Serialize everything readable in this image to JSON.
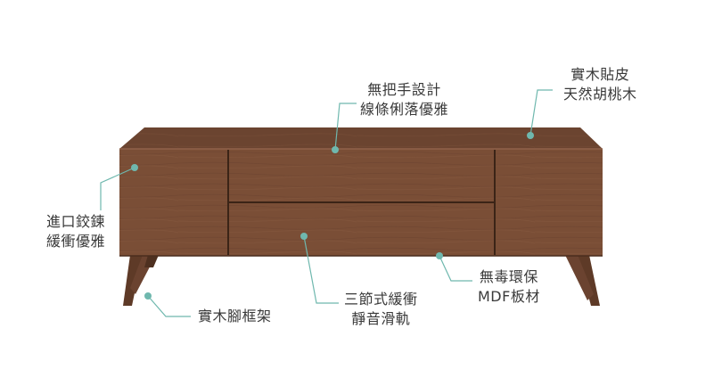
{
  "colors": {
    "callout": "#6fb8ae",
    "wood_top": "#6b4430",
    "wood_front": "#7a4e36",
    "wood_side": "#5a3826",
    "groove": "#3b2417",
    "text": "#3a3a3a"
  },
  "callouts": {
    "handleless": [
      "無把手設計",
      "線條俐落優雅"
    ],
    "veneer": [
      "實木貼皮",
      "天然胡桃木"
    ],
    "hinge": [
      "進口鉸鍊",
      "緩衝優雅"
    ],
    "slide": [
      "三節式緩衝",
      "靜音滑軌"
    ],
    "board": [
      "無毒環保",
      "MDF板材"
    ],
    "legs": [
      "實木腳框架"
    ]
  }
}
